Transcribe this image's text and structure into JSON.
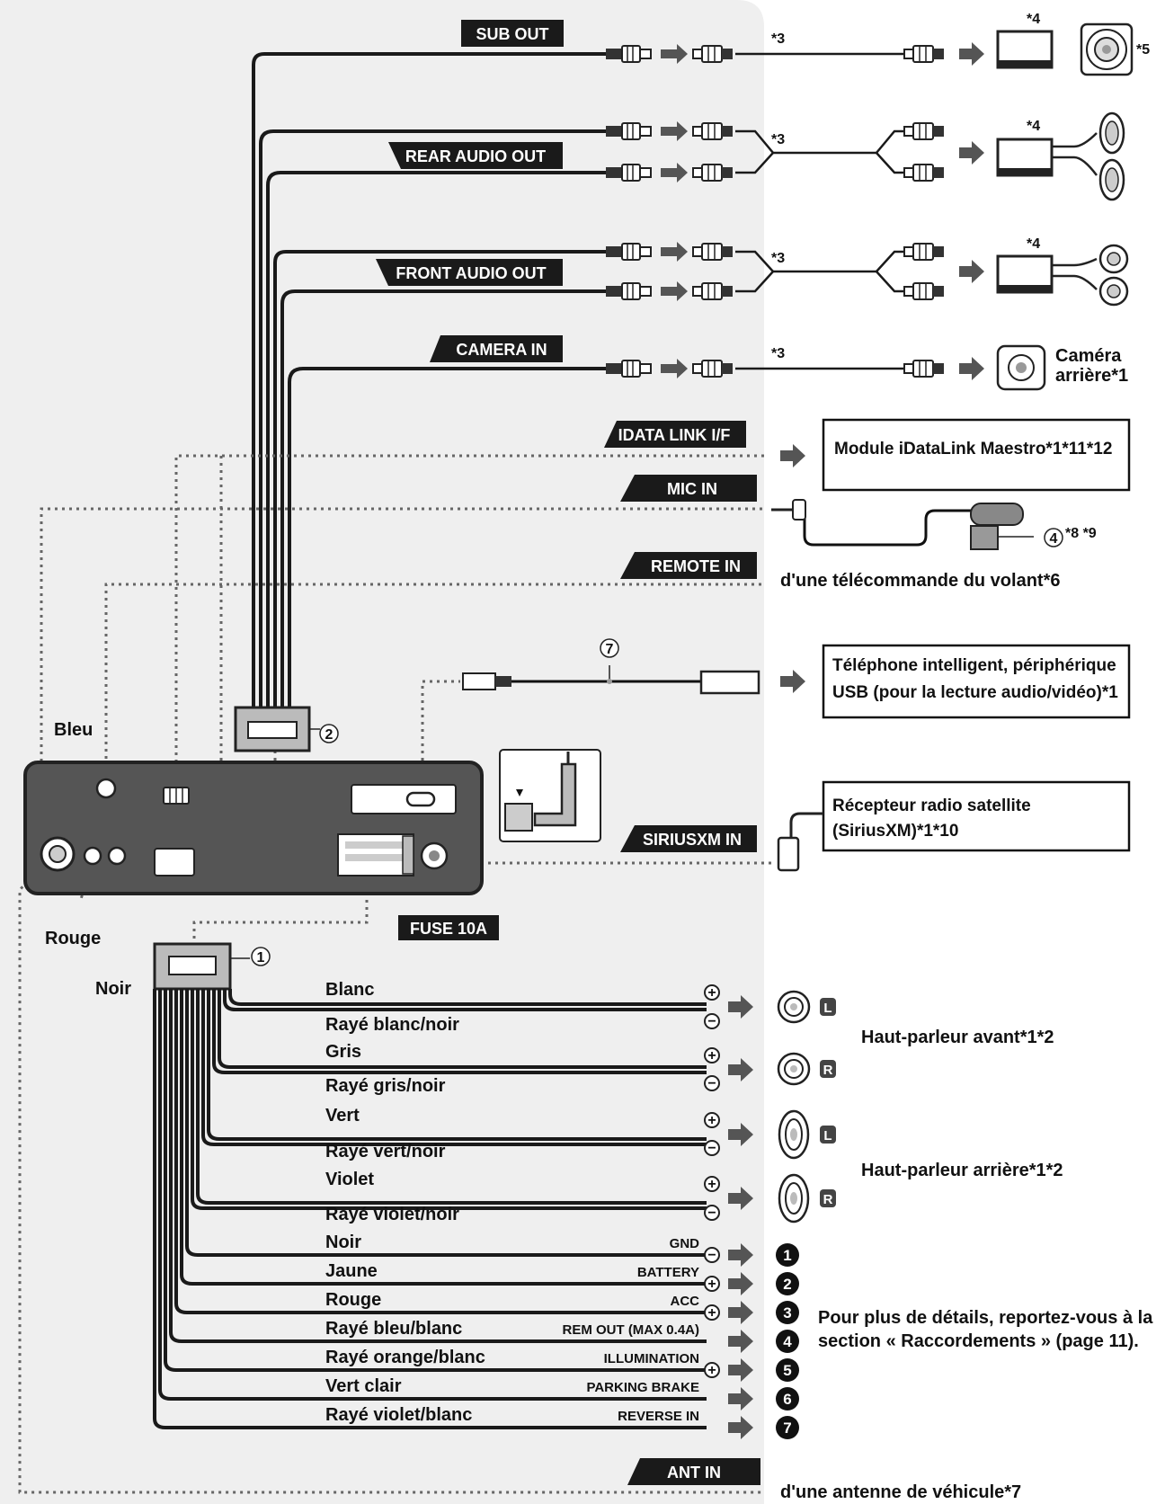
{
  "tags": {
    "sub_out": "SUB OUT",
    "rear_audio_out": "REAR AUDIO OUT",
    "front_audio_out": "FRONT AUDIO OUT",
    "camera_in": "CAMERA IN",
    "idata_link": "IDATA LINK I/F",
    "mic_in": "MIC IN",
    "remote_in": "REMOTE IN",
    "siriusxm_in": "SIRIUSXM IN",
    "fuse": "FUSE 10A",
    "ant_in": "ANT IN"
  },
  "notes": {
    "n3_sub": "*3",
    "n3_rear": "*3",
    "n3_front": "*3",
    "n3_cam": "*3",
    "n4_sub": "*4",
    "n4_rear": "*4",
    "n4_front": "*4",
    "n5": "*5",
    "n89": "*8 *9"
  },
  "circled": {
    "c1": "1",
    "c2": "2",
    "c4": "4",
    "c7": "7"
  },
  "labels": {
    "camera_line1": "Caméra",
    "camera_line2": "arrière*1",
    "idata_box": "Module iDataLink Maestro*1*11*12",
    "remote_text": "d'une télécommande du volant*6",
    "usb_line1": "Téléphone intelligent, périphérique",
    "usb_line2": "USB (pour la lecture audio/vidéo)*1",
    "sat_line1": "Récepteur radio satellite",
    "sat_line2": "(SiriusXM)*1*10",
    "bleu": "Bleu",
    "rouge": "Rouge",
    "noir": "Noir",
    "front_speaker": "Haut-parleur avant*1*2",
    "rear_speaker": "Haut-parleur arrière*1*2",
    "details_line1": "Pour plus de détails, reportez-vous à la",
    "details_line2": "section « Raccordements » (page 11).",
    "antenna_text": "d'une antenne de véhicule*7"
  },
  "speakers": [
    {
      "pos": "Blanc",
      "neg": "Rayé blanc/noir",
      "side": "L"
    },
    {
      "pos": "Gris",
      "neg": "Rayé gris/noir",
      "side": "R"
    },
    {
      "pos": "Vert",
      "neg": "Rayé vert/noir",
      "side": "L"
    },
    {
      "pos": "Violet",
      "neg": "Rayé violet/noir",
      "side": "R"
    }
  ],
  "wires": [
    {
      "color": "Noir",
      "signal": "GND",
      "polarity": "−",
      "num": "1"
    },
    {
      "color": "Jaune",
      "signal": "BATTERY",
      "polarity": "+",
      "num": "2"
    },
    {
      "color": "Rouge",
      "signal": "ACC",
      "polarity": "+",
      "num": "3"
    },
    {
      "color": "Rayé bleu/blanc",
      "signal": "REM OUT (MAX 0.4A)",
      "polarity": "",
      "num": "4"
    },
    {
      "color": "Rayé orange/blanc",
      "signal": "ILLUMINATION",
      "polarity": "+",
      "num": "5"
    },
    {
      "color": "Vert clair",
      "signal": "PARKING BRAKE",
      "polarity": "",
      "num": "6"
    },
    {
      "color": "Rayé violet/blanc",
      "signal": "REVERSE IN",
      "polarity": "",
      "num": "7"
    }
  ],
  "colors": {
    "panel": "#efefef",
    "wire": "#1a1a1a",
    "tag_bg": "#1a1a1a",
    "unit": "#555555",
    "arrow": "#555555"
  }
}
